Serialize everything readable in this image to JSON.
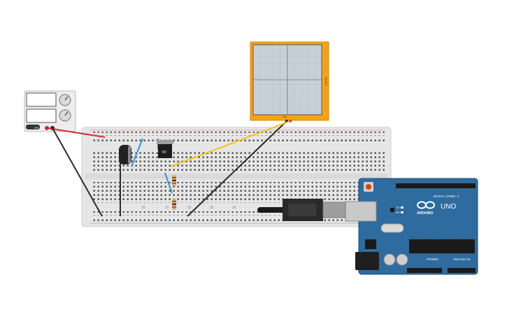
{
  "canvas": {
    "background": "#ffffff"
  },
  "power_supply": {
    "icon": "bench-power-supply-icon",
    "knob_label_top": "",
    "knob_label_bottom": "",
    "jack_label": "ON"
  },
  "oscilloscope": {
    "icon": "oscilloscope-icon",
    "side_label": "PANEL",
    "probe_label": "Trig"
  },
  "breadboard": {
    "icon": "breadboard-icon",
    "column_numbers": [
      "10",
      "15",
      "20",
      "25",
      "30"
    ]
  },
  "components": {
    "capacitor": {
      "icon": "electrolytic-capacitor-icon"
    },
    "regulator": {
      "icon": "voltage-regulator-icon",
      "label": "5V"
    },
    "resistor_top": {
      "icon": "resistor-icon"
    },
    "resistor_bottom": {
      "icon": "resistor-icon"
    }
  },
  "arduino": {
    "icon": "arduino-uno-board-icon",
    "brand": "ARDUINO",
    "model": "UNO",
    "digital_label": "DIGITAL (PWM ~)",
    "power_label": "POWER",
    "analog_label": "ANALOG IN",
    "tx_label": "TX",
    "rx_label": "RX",
    "l_label": "L",
    "on_label": "ON"
  },
  "colors": {
    "board_blue": "#2e6b9e",
    "scope_orange": "#f2a31b",
    "wire_red": "#d32f2f",
    "wire_black": "#2b2b2b",
    "wire_yellow": "#f0c419",
    "wire_blue": "#2b9bd6",
    "breadboard_white": "#e8e8e8"
  }
}
